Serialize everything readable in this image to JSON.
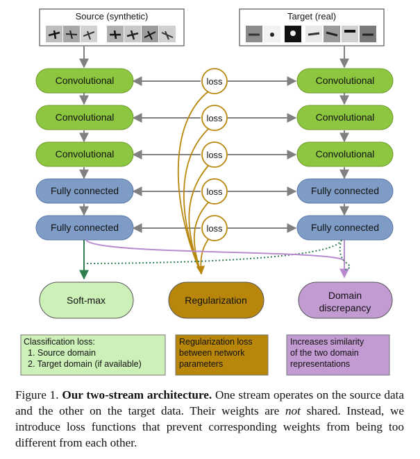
{
  "source": {
    "title": "Source (synthetic)"
  },
  "target": {
    "title": "Target (real)"
  },
  "layers": [
    "Convolutional",
    "Convolutional",
    "Convolutional",
    "Fully connected",
    "Fully connected"
  ],
  "loss_label": "loss",
  "outputs": {
    "softmax": "Soft-max",
    "regularization": "Regularization",
    "domain": [
      "Domain",
      "discrepancy"
    ]
  },
  "notes": {
    "classification": [
      "Classification loss:",
      "1. Source domain",
      "2. Target domain (if available)"
    ],
    "regularization": [
      "Regularization loss",
      "between network",
      "parameters"
    ],
    "domain": [
      "Increases similarity",
      "of the two domain",
      "representations"
    ]
  },
  "colors": {
    "conv": "#8dc63f",
    "fc": "#7f9cc6",
    "softmax": "#cdf0b8",
    "regularization": "#b8860b",
    "domain": "#c39bd3",
    "loss_stroke": "#b8860b",
    "arrow": "#808080",
    "green_arrow": "#2e7d4f",
    "purple_arrow": "#b88ad0"
  },
  "caption": {
    "prefix": "Figure 1.",
    "bold": "Our two-stream architecture.",
    "seg1": "One stream operates on the source data and the other on the target data.  Their weights are",
    "italic": "not",
    "seg2": "shared.  Instead, we introduce loss functions that prevent corresponding weights from being too different from each other."
  }
}
